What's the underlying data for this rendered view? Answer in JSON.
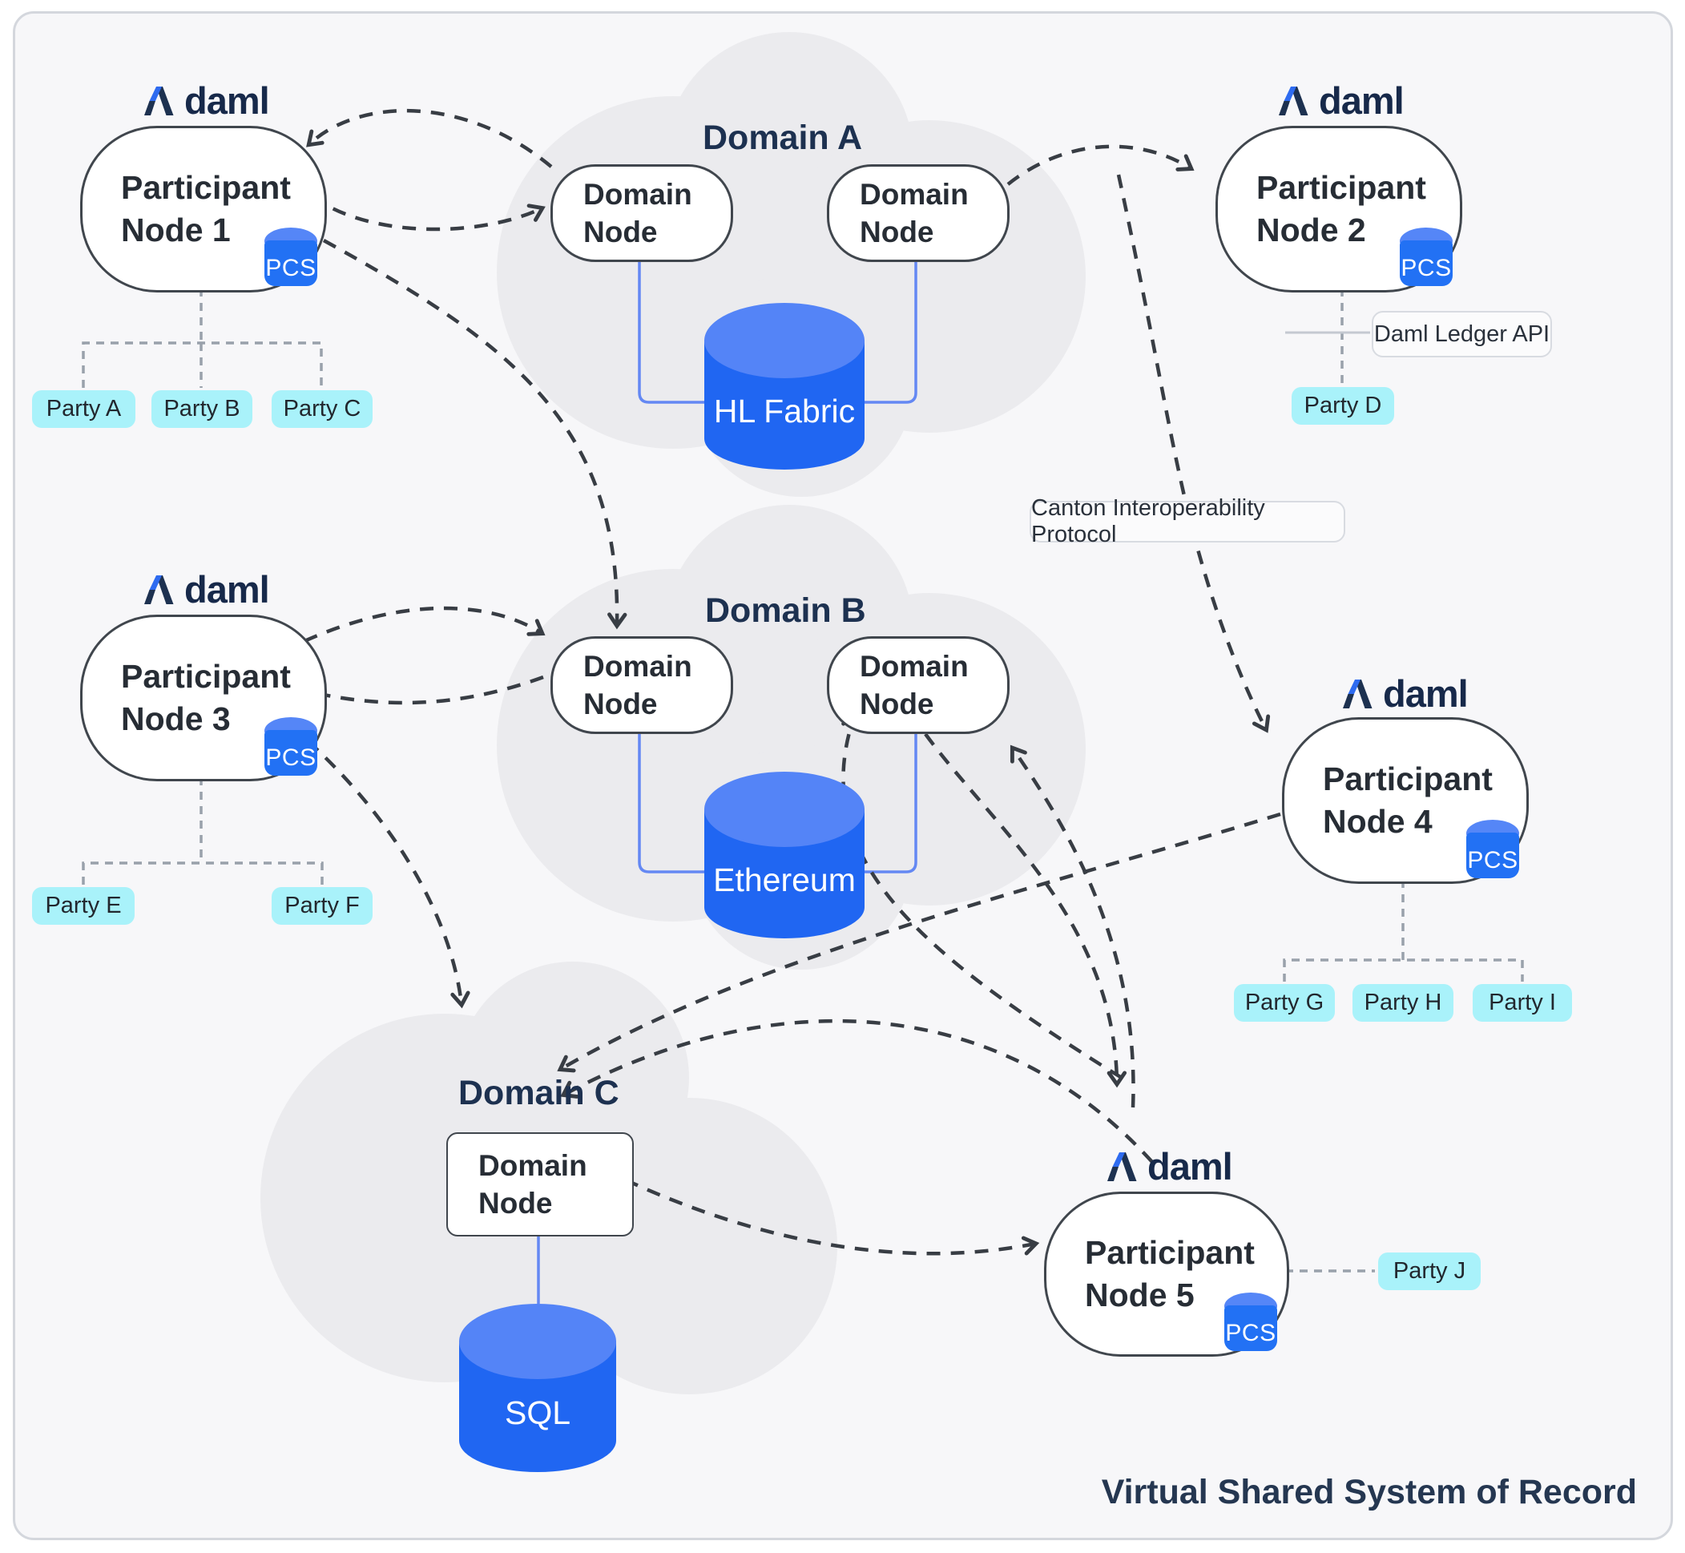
{
  "colors": {
    "background": "#f7f7f9",
    "cloud": "#ebebee",
    "accent_blue": "#2066f2",
    "cylinder_top_blue": "#5484f7",
    "party_cyan": "#a9f2fa",
    "navy_text": "#1d3150",
    "arrow_dark": "#383d44",
    "connector_gray": "#99a1ab",
    "blue_line": "#6488f3"
  },
  "logo": {
    "word": "daml"
  },
  "participants": [
    {
      "title": "Participant Node 1",
      "badge": "PCS"
    },
    {
      "title": "Participant Node 2",
      "badge": "PCS"
    },
    {
      "title": "Participant Node 3",
      "badge": "PCS"
    },
    {
      "title": "Participant Node 4",
      "badge": "PCS"
    },
    {
      "title": "Participant Node 5",
      "badge": "PCS"
    }
  ],
  "domains": [
    {
      "label": "Domain A",
      "nodes": [
        "Domain Node",
        "Domain Node"
      ],
      "ledger": "HL Fabric"
    },
    {
      "label": "Domain B",
      "nodes": [
        "Domain Node",
        "Domain Node"
      ],
      "ledger": "Ethereum"
    },
    {
      "label": "Domain C",
      "nodes": [
        "Domain Node"
      ],
      "ledger": "SQL"
    }
  ],
  "parties": {
    "pn1": [
      "Party A",
      "Party B",
      "Party C"
    ],
    "pn2": [
      "Party D"
    ],
    "pn3": [
      "Party E",
      "Party F"
    ],
    "pn4": [
      "Party G",
      "Party H",
      "Party I"
    ],
    "pn5": [
      "Party J"
    ]
  },
  "annotations": {
    "daml_ledger_api": "Daml Ledger API",
    "canton": "Canton Interoperability Protocol",
    "footer": "Virtual Shared System of Record"
  }
}
